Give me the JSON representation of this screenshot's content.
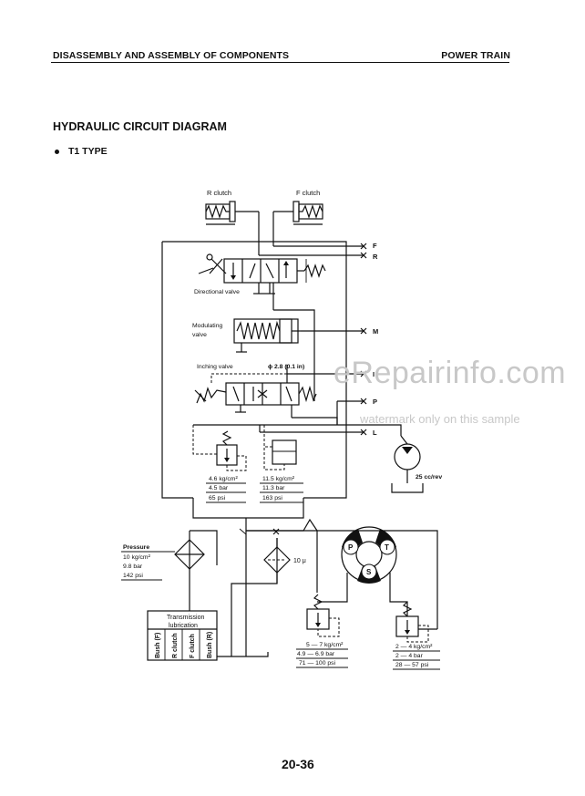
{
  "header": {
    "left": "DISASSEMBLY AND ASSEMBLY OF COMPONENTS",
    "right": "POWER TRAIN"
  },
  "title": "HYDRAULIC CIRCUIT DIAGRAM",
  "subtitle": "T1 TYPE",
  "labels": {
    "r_clutch": "R clutch",
    "f_clutch": "F clutch",
    "directional_valve": "Directional valve",
    "modulating_line1": "Modulating",
    "modulating_line2": "valve",
    "inching_valve": "Inching valve",
    "orifice": "ϕ 2.8 (0.1 in)",
    "port_f": "F",
    "port_r": "R",
    "port_m": "M",
    "port_i": "I",
    "port_p": "P",
    "port_l": "L",
    "pump_disp": "25 cc/rev",
    "filter": "10 μ",
    "torque_p": "P",
    "torque_t": "T",
    "torque_s": "S",
    "transmission_line1": "Transmission",
    "transmission_line2": "lubrication",
    "bush_f": "Bush (F)",
    "r_clutch_v": "R clutch",
    "f_clutch_v": "F clutch",
    "bush_r": "Bush (R)"
  },
  "pressures": {
    "relief_left": [
      "4.6 kg/cm²",
      "4.5 bar",
      "65 psi"
    ],
    "relief_right": [
      "11.5 kg/cm²",
      "11.3 bar",
      "163 psi"
    ],
    "pressure_title": "Pressure",
    "pressure": [
      "10 kg/cm²",
      "9.8 bar",
      "142 psi"
    ],
    "torque_in": [
      "5 — 7 kg/cm²",
      "4.9 — 6.9 bar",
      "71 — 100 psi"
    ],
    "torque_out": [
      "2 — 4 kg/cm²",
      "2 — 4 bar",
      "28 — 57 psi"
    ]
  },
  "page_number": "20-36",
  "watermark": {
    "main": "eRepairinfo.com",
    "sub": "watermark only on this sample"
  }
}
